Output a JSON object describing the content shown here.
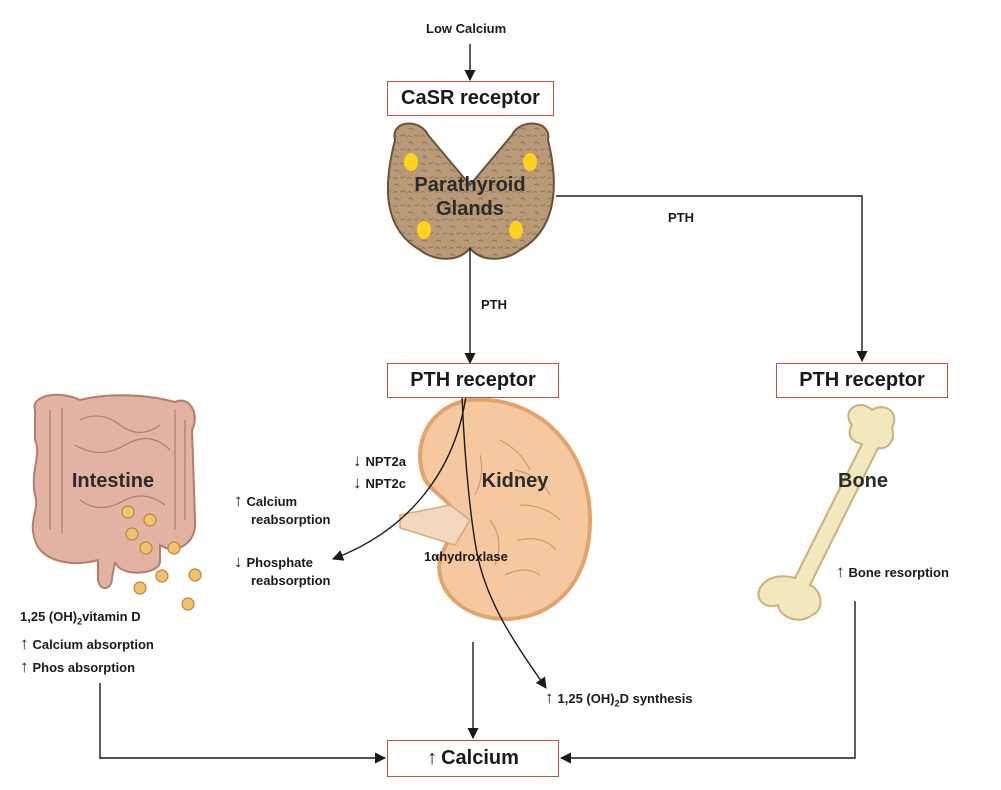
{
  "trigger": "Low Calcium",
  "boxes": {
    "casr": "CaSR receptor",
    "pth_receptor_kidney": "PTH receptor",
    "pth_receptor_bone": "PTH receptor",
    "calcium": "Calcium"
  },
  "pth_labels": {
    "to_kidney": "PTH",
    "to_bone": "PTH"
  },
  "organs": {
    "parathyroid_line1": "Parathyroid",
    "parathyroid_line2": "Glands",
    "kidney": "Kidney",
    "intestine": "Intestine",
    "bone": "Bone"
  },
  "kidney_effects": {
    "npt2a": "NPT2a",
    "npt2c": "NPT2c",
    "calcium_reabs_line1": "Calcium",
    "calcium_reabs_line2": "reabsorption",
    "phosphate_reabs_line1": "Phosphate",
    "phosphate_reabs_line2": "reabsorption",
    "enzyme": "1αhydroxlase",
    "synthesis_a": "1,25 (OH)",
    "synthesis_sub": "2",
    "synthesis_b": "D synthesis"
  },
  "intestine_effects": {
    "vitd_a": "1,25 (OH)",
    "vitd_sub": "2",
    "vitd_b": "vitamin D",
    "calcium_abs": "Calcium absorption",
    "phos_abs": "Phos absorption"
  },
  "bone_effects": {
    "resorption": "Bone resorption"
  },
  "symbols": {
    "up": "↑",
    "down": "↓"
  },
  "colors": {
    "box_border": "#c0504d",
    "parathyroid_fill": "#b89a78",
    "parathyroid_spot": "#ffd21f",
    "kidney_fill": "#f5c8a0",
    "kidney_outline": "#e3a46c",
    "intestine_fill": "#e2b3a3",
    "bone_fill": "#f1e8bd",
    "dot_fill": "#f2c16e"
  }
}
